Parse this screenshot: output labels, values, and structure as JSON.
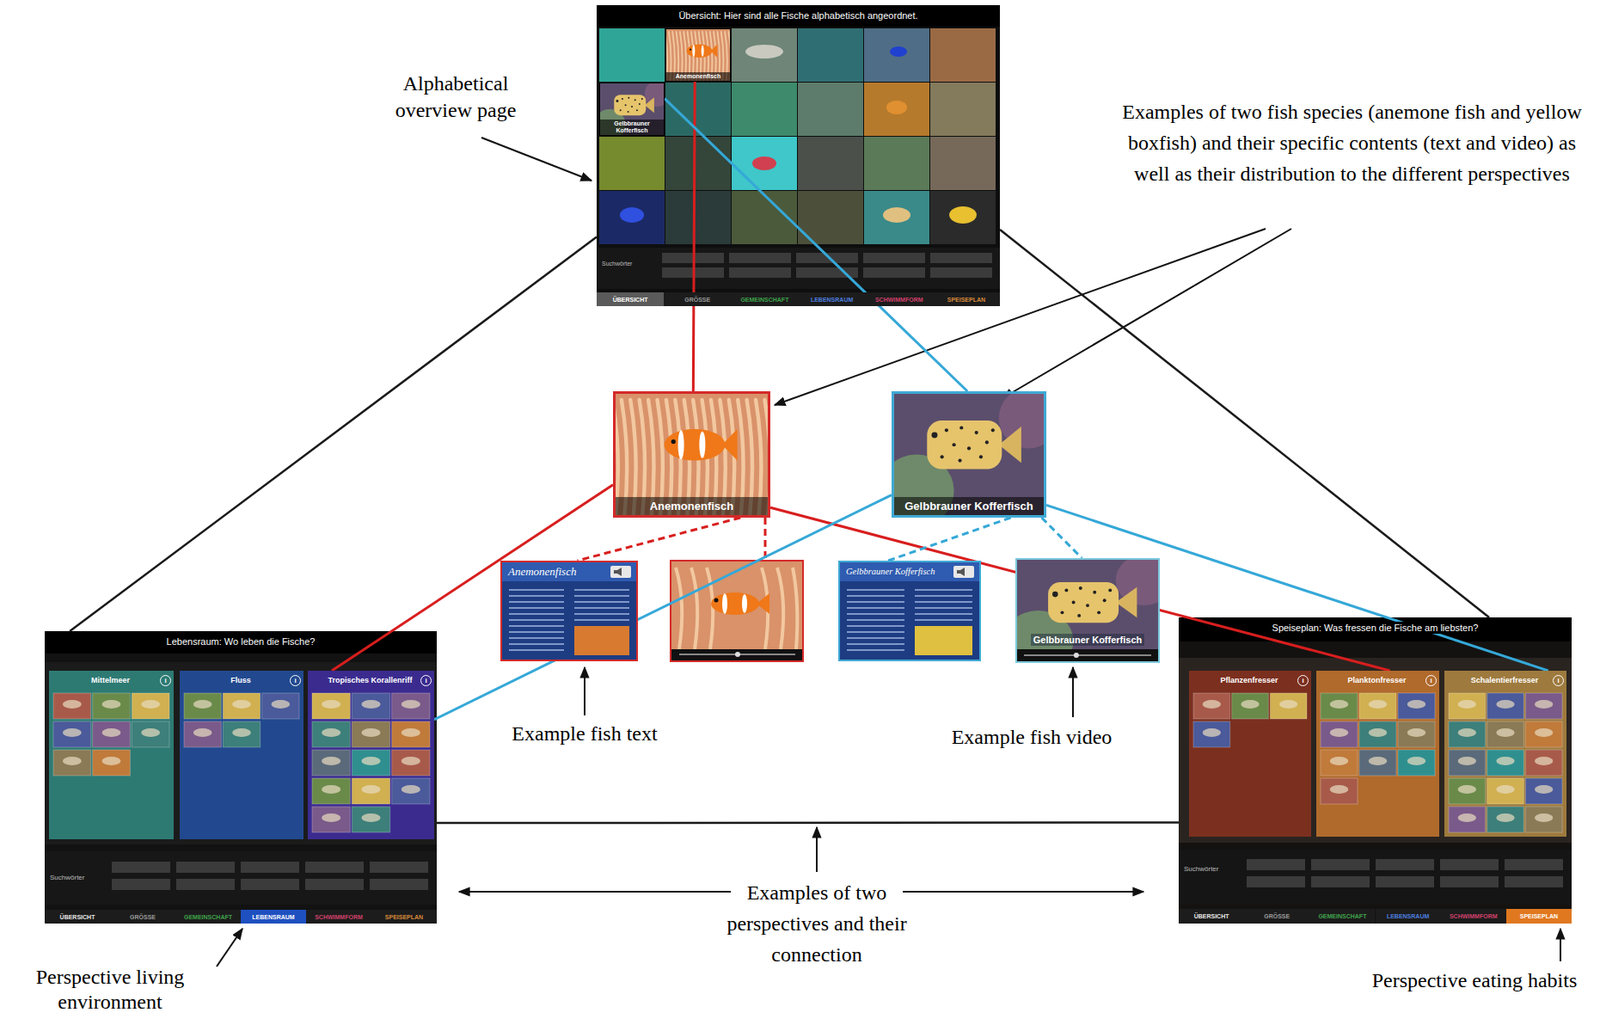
{
  "diagram": {
    "nodes": [
      {
        "text": [
          "Übersicht: Hier sind alle Fische alphabetisch angeordnet."
        ]
      },
      {
        "text": [
          "Anemonenfisch"
        ],
        "in": 0
      },
      {
        "text": [
          "Gelbbrauner Kofferfisch"
        ],
        "in": 0
      },
      {
        "text": [
          "ÜBERSICHT"
        ],
        "in": 0
      },
      {
        "text": [
          "GRÖSSE"
        ],
        "in": 0
      },
      {
        "text": [
          "GEMEINSCHAFT"
        ],
        "in": 0
      },
      {
        "text": [
          "LEBENSRAUM"
        ],
        "in": 0
      },
      {
        "text": [
          "SCHWIMMFORM"
        ],
        "in": 0
      },
      {
        "text": [
          "SPEISEPLAN"
        ],
        "in": 0
      },
      {
        "text": [
          "Anemonenfisch"
        ]
      },
      {
        "text": [
          "Gelbbrauner Kofferfisch"
        ]
      },
      {
        "text": [
          "Anemonenfisch"
        ]
      },
      {
        "text": [
          "Gelbbrauner Kofferfisch"
        ]
      },
      {
        "text": [
          "Gelbbrauner Kofferfisch"
        ]
      },
      {
        "text": [
          "Lebensraum: Wo leben die Fische?"
        ]
      },
      {
        "text": [
          "Mittelmeer",
          "i"
        ],
        "in": 14
      },
      {
        "text": [
          "Fluss",
          "i"
        ],
        "in": 14
      },
      {
        "text": [
          "Tropisches Korallenriff",
          "i"
        ],
        "in": 14
      },
      {
        "text": [
          "ÜBERSICHT"
        ],
        "in": 14
      },
      {
        "text": [
          "GRÖSSE"
        ],
        "in": 14
      },
      {
        "text": [
          "GEMEINSCHAFT"
        ],
        "in": 14
      },
      {
        "text": [
          "LEBENSRAUM"
        ],
        "in": 14
      },
      {
        "text": [
          "SCHWIMMFORM"
        ],
        "in": 14
      },
      {
        "text": [
          "SPEISEPLAN"
        ],
        "in": 14
      },
      {
        "text": [
          "Speiseplan: Was fressen die Fische am liebsten?"
        ]
      },
      {
        "text": [
          "Pflanzenfresser",
          "i"
        ],
        "in": 24
      },
      {
        "text": [
          "Planktonfresser",
          "i"
        ],
        "in": 24
      },
      {
        "text": [
          "Schalentierfresser",
          "i"
        ],
        "in": 24
      },
      {
        "text": [
          "ÜBERSICHT"
        ],
        "in": 24
      },
      {
        "text": [
          "GRÖSSE"
        ],
        "in": 24
      },
      {
        "text": [
          "GEMEINSCHAFT"
        ],
        "in": 24
      },
      {
        "text": [
          "LEBENSRAUM"
        ],
        "in": 24
      },
      {
        "text": [
          "SCHWIMMFORM"
        ],
        "in": 24
      },
      {
        "text": [
          "SPEISEPLAN"
        ],
        "in": 24
      }
    ],
    "edges": [
      {
        "from": 0,
        "to": 14,
        "arrow": "none"
      },
      {
        "from": 0,
        "to": 24,
        "arrow": "none"
      },
      {
        "from": 14,
        "to": 24,
        "arrow": "none"
      },
      {
        "from": 1,
        "to": 9,
        "arrow": "none"
      },
      {
        "from": 2,
        "to": 10,
        "arrow": "none"
      },
      {
        "from": 9,
        "to": 17,
        "arrow": "none"
      },
      {
        "from": 9,
        "to": 26,
        "arrow": "none"
      },
      {
        "from": 10,
        "to": 17,
        "arrow": "none"
      },
      {
        "from": 10,
        "to": 27,
        "arrow": "none"
      },
      {
        "from": 9,
        "to": 11,
        "arrow": "none"
      },
      {
        "from": 10,
        "to": 12,
        "arrow": "none"
      },
      {
        "from": 10,
        "to": 13,
        "arrow": "none"
      }
    ],
    "labels": [
      "Alphabetical overview page",
      "Examples of two fish species (anemone fish and yellow boxfish) and their specific contents (text and video) as well as their distribution to the different perspectives",
      "Example fish text",
      "Example fish video",
      "Examples of two perspectives and their connection",
      "Perspective living environment",
      "Perspective eating habits",
      "Suchwörter",
      "Suchwörter",
      "Suchwörter"
    ]
  }
}
